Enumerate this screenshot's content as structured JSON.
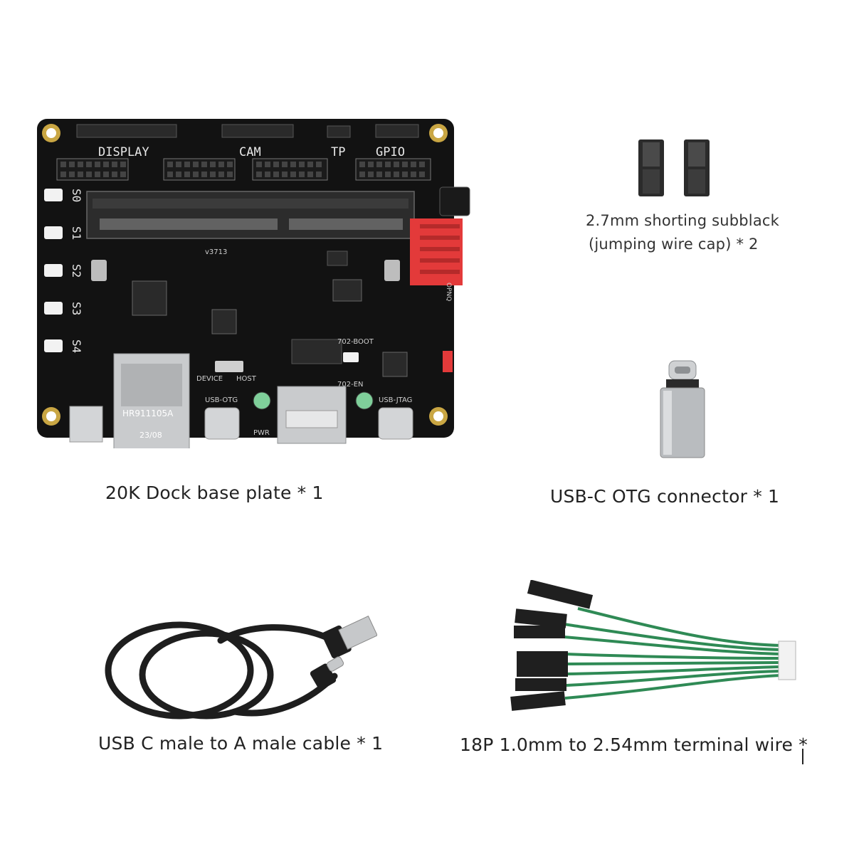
{
  "colors": {
    "board": "#121212",
    "silkscreen": "#e8e8e8",
    "mount_ring": "#c9a643",
    "connector_red": "#e33a3a",
    "wire_green": "#2f8a55",
    "cable_black": "#1e1e1e",
    "adapter_silver": "#b9bcbf",
    "jumper_dark": "#2b2b2b"
  },
  "board": {
    "headers": [
      "DISPLAY",
      "CAM",
      "TP",
      "GPIO"
    ],
    "buttons": [
      "S0",
      "S1",
      "S2",
      "S3",
      "S4"
    ],
    "ethernet_label": "HR911105A",
    "ethernet_date": "23/08",
    "labels": {
      "device": "DEVICE",
      "host": "HOST",
      "usb_otg": "USB-OTG",
      "usb_jtag": "USB-JTAG",
      "pwr": "PWR",
      "boot": "702-BOOT",
      "en": "702-EN",
      "ver": "v3713",
      "side": "OPNQ"
    }
  },
  "captions": {
    "board": "20K Dock base plate * 1",
    "jumper_line1": "2.7mm shorting subblack",
    "jumper_line2": "(jumping wire cap) * 2",
    "otg": "USB-C OTG connector * 1",
    "cable": "USB C male to A male cable * 1",
    "wire": "18P 1.0mm to 2.54mm terminal wire *"
  },
  "icons": {
    "board": "dev-board-image",
    "jumper": "jumper-cap-image",
    "otg": "otg-adapter-image",
    "cable": "usb-cable-image",
    "wire": "terminal-wire-image"
  }
}
